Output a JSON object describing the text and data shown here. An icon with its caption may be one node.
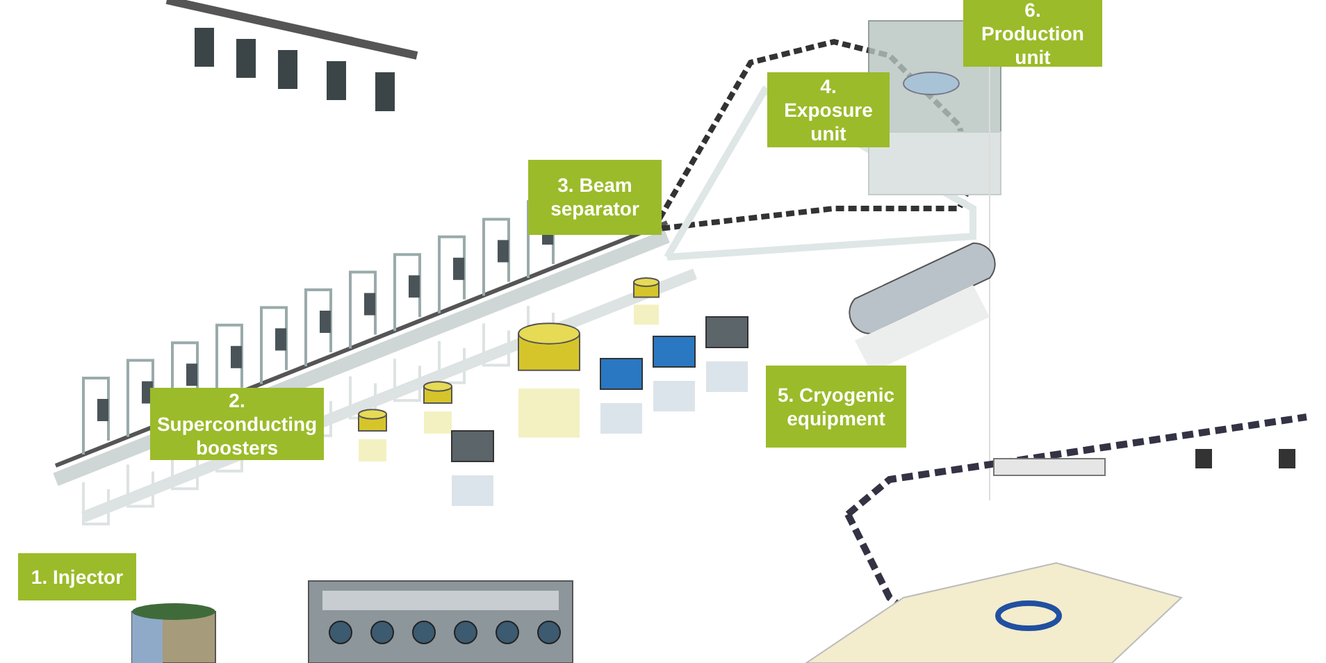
{
  "diagram": {
    "nodes": [
      {
        "text": [
          "1. Injector"
        ]
      },
      {
        "text": [
          "2. Superconducting boosters"
        ]
      },
      {
        "text": [
          "3. Beam separator"
        ]
      },
      {
        "text": [
          "4. Exposure unit"
        ]
      },
      {
        "text": [
          "5. Cryogenic equipment"
        ]
      },
      {
        "text": [
          "6. Production unit"
        ]
      }
    ]
  }
}
